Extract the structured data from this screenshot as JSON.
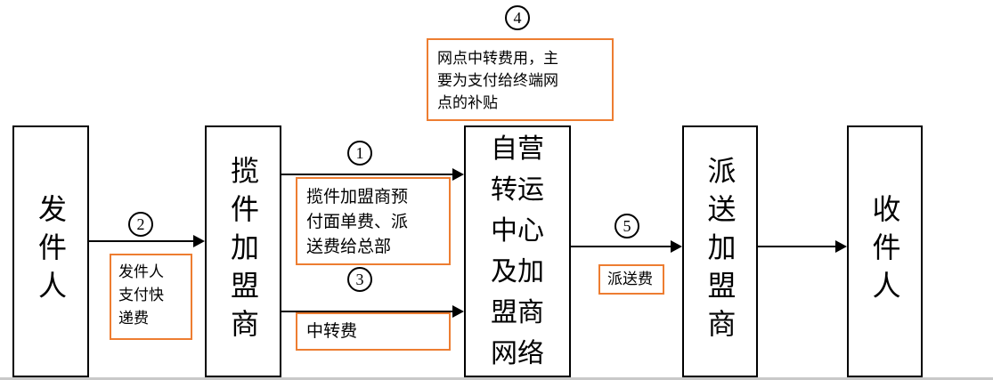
{
  "diagram": {
    "nodes": {
      "sender": "发件人",
      "pickup": "揽件加盟商",
      "transit": "自营转运中心及加盟商网络",
      "delivery": "派送加盟商",
      "recipient": "收件人"
    },
    "steps": {
      "s1": {
        "num": "1",
        "note": "揽件加盟商预付面单费、派送费给总部"
      },
      "s2": {
        "num": "2",
        "note": "发件人支付快递费"
      },
      "s3": {
        "num": "3",
        "note": "中转费"
      },
      "s4": {
        "num": "4",
        "note": "网点中转费用，主要为支付给终端网点的补贴"
      },
      "s5": {
        "num": "5",
        "note": "派送费"
      }
    },
    "colors": {
      "note_border": "#ED7D31",
      "node_border": "#000000",
      "arrow": "#000000",
      "divider": "#C9C9C9"
    }
  }
}
